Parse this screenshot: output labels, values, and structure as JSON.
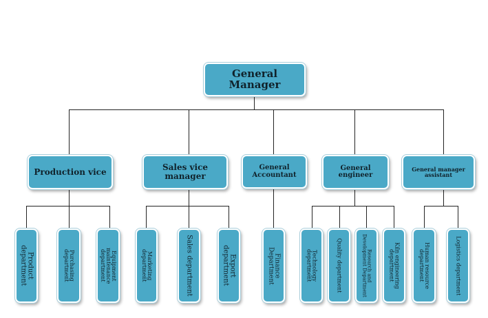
{
  "diagram": {
    "root": {
      "label": "General Manager"
    },
    "level2": [
      {
        "label": "Production vice"
      },
      {
        "label": "Sales vice manager"
      },
      {
        "label": "General Accountant"
      },
      {
        "label": "General engineer"
      },
      {
        "label": "General manager assistant"
      }
    ],
    "level3": [
      {
        "label": "Product department"
      },
      {
        "label": "Purchasing department"
      },
      {
        "label": "Equipment maintenance department"
      },
      {
        "label": "Marketing department"
      },
      {
        "label": "Sales department"
      },
      {
        "label": "Export department"
      },
      {
        "label": "Finance Department"
      },
      {
        "label": "Technology department"
      },
      {
        "label": "Quality department"
      },
      {
        "label": "Research and Development Department"
      },
      {
        "label": "Kiln engineering department"
      },
      {
        "label": "Human resource department"
      },
      {
        "label": "Logistics department"
      }
    ],
    "colors": {
      "box_fill": "#4aa9c7",
      "box_border": "#ffffff",
      "line": "#222222"
    }
  }
}
